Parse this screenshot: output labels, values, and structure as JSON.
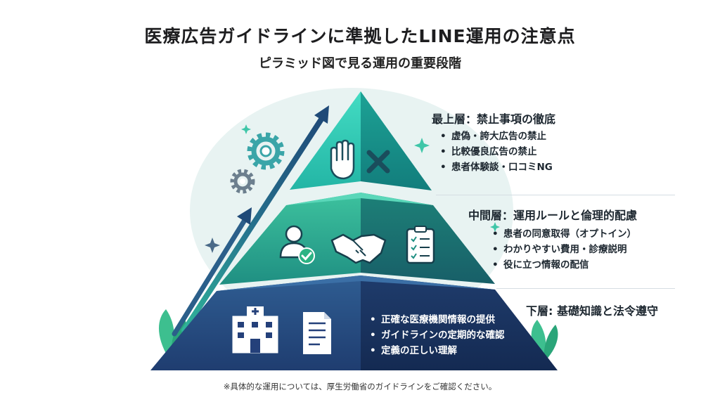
{
  "title": "医療広告ガイドラインに準拠したLINE運用の注意点",
  "subtitle": "ピラミッド図で見る運用の重要段階",
  "levels": {
    "top": {
      "heading": "最上層：禁止事項の徹底",
      "items": [
        "虚偽・誇大広告の禁止",
        "比較優良広告の禁止",
        "患者体験談・口コミNG"
      ],
      "icons": [
        "stop-hand-icon",
        "cross-icon"
      ]
    },
    "middle": {
      "heading": "中間層：運用ルールと倫理的配慮",
      "items": [
        "患者の同意取得（オプトイン）",
        "わかりやすい費用・診療説明",
        "役に立つ情報の配信"
      ],
      "icons": [
        "user-check-icon",
        "handshake-icon",
        "checklist-clipboard-icon"
      ]
    },
    "bottom": {
      "heading": "下層: 基礎知識と法令遵守",
      "items": [
        "正確な医療機関情報の提供",
        "ガイドラインの定期的な確認",
        "定義の正しい理解"
      ],
      "icons": [
        "hospital-building-icon",
        "document-icon"
      ]
    }
  },
  "bullet_char": "•",
  "footnote": "※具体的な運用については、厚生労働省のガイドラインをご確認ください。",
  "colors": {
    "top_tier": "#2ec4b0",
    "middle_tier": "#27a487",
    "bottom_tier": "#24407a",
    "arrow": "#1f4a78",
    "gear": "#3aa5a8"
  },
  "decorative_icons": [
    "gear-icon",
    "sparkle-icon",
    "leaf-icon",
    "growth-arrow-icon"
  ]
}
